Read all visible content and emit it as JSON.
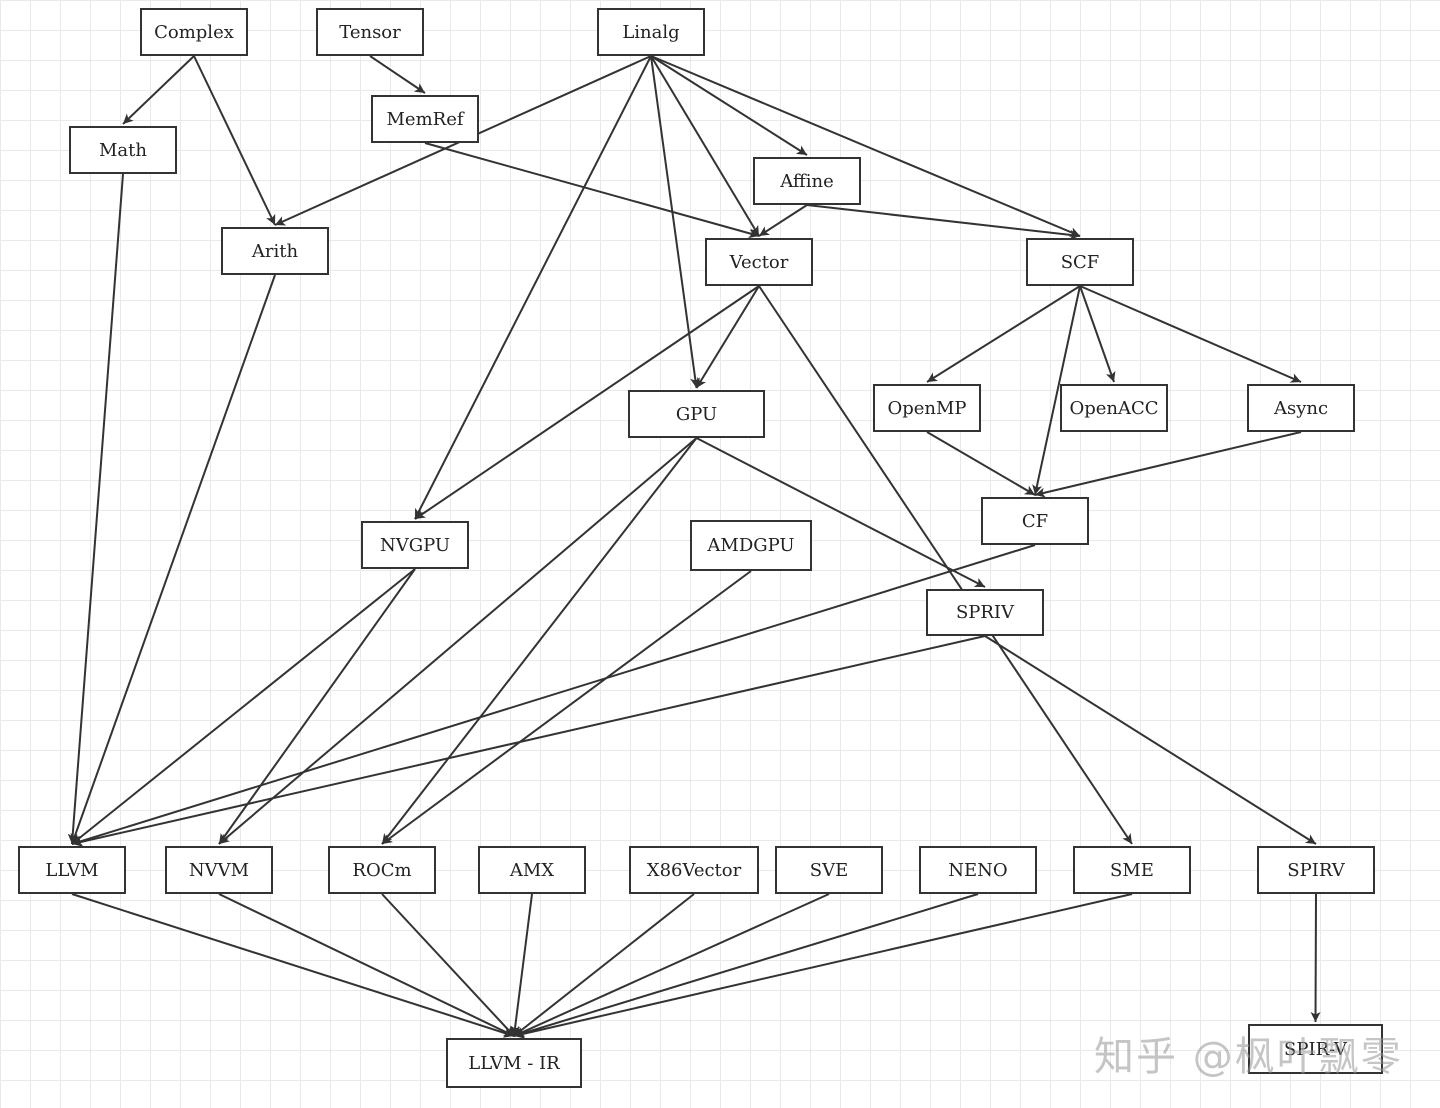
{
  "diagram": {
    "nodes": [
      {
        "id": "Complex",
        "label": "Complex"
      },
      {
        "id": "Tensor",
        "label": "Tensor"
      },
      {
        "id": "Linalg",
        "label": "Linalg"
      },
      {
        "id": "MemRef",
        "label": "MemRef"
      },
      {
        "id": "Math",
        "label": "Math"
      },
      {
        "id": "Affine",
        "label": "Affine"
      },
      {
        "id": "Arith",
        "label": "Arith"
      },
      {
        "id": "Vector",
        "label": "Vector"
      },
      {
        "id": "SCF",
        "label": "SCF"
      },
      {
        "id": "GPU",
        "label": "GPU"
      },
      {
        "id": "OpenMP",
        "label": "OpenMP"
      },
      {
        "id": "OpenACC",
        "label": "OpenACC"
      },
      {
        "id": "Async",
        "label": "Async"
      },
      {
        "id": "CF",
        "label": "CF"
      },
      {
        "id": "NVGPU",
        "label": "NVGPU"
      },
      {
        "id": "AMDGPU",
        "label": "AMDGPU"
      },
      {
        "id": "SPRIV",
        "label": "SPRIV"
      },
      {
        "id": "LLVM",
        "label": "LLVM"
      },
      {
        "id": "NVVM",
        "label": "NVVM"
      },
      {
        "id": "ROCm",
        "label": "ROCm"
      },
      {
        "id": "AMX",
        "label": "AMX"
      },
      {
        "id": "X86Vector",
        "label": "X86Vector"
      },
      {
        "id": "SVE",
        "label": "SVE"
      },
      {
        "id": "NENO",
        "label": "NENO"
      },
      {
        "id": "SME",
        "label": "SME"
      },
      {
        "id": "SPIRV",
        "label": "SPIRV"
      },
      {
        "id": "LLVMIR",
        "label": "LLVM - IR"
      },
      {
        "id": "SPIRVTail",
        "label": "SPIR-V"
      }
    ],
    "edges": [
      [
        "Complex",
        "Math"
      ],
      [
        "Complex",
        "Arith"
      ],
      [
        "Tensor",
        "MemRef"
      ],
      [
        "Linalg",
        "Arith"
      ],
      [
        "Linalg",
        "NVGPU"
      ],
      [
        "Linalg",
        "GPU"
      ],
      [
        "Linalg",
        "Vector"
      ],
      [
        "Linalg",
        "Affine"
      ],
      [
        "Linalg",
        "SCF"
      ],
      [
        "MemRef",
        "Vector"
      ],
      [
        "Math",
        "LLVM"
      ],
      [
        "Affine",
        "Vector"
      ],
      [
        "Affine",
        "SCF"
      ],
      [
        "Arith",
        "LLVM"
      ],
      [
        "Vector",
        "NVGPU"
      ],
      [
        "Vector",
        "GPU"
      ],
      [
        "Vector",
        "SME"
      ],
      [
        "SCF",
        "OpenMP"
      ],
      [
        "SCF",
        "OpenACC"
      ],
      [
        "SCF",
        "Async"
      ],
      [
        "SCF",
        "CF"
      ],
      [
        "OpenMP",
        "CF"
      ],
      [
        "Async",
        "CF"
      ],
      [
        "GPU",
        "NVVM"
      ],
      [
        "GPU",
        "ROCm"
      ],
      [
        "GPU",
        "SPRIV"
      ],
      [
        "CF",
        "LLVM"
      ],
      [
        "NVGPU",
        "LLVM"
      ],
      [
        "NVGPU",
        "NVVM"
      ],
      [
        "AMDGPU",
        "ROCm"
      ],
      [
        "SPRIV",
        "LLVM"
      ],
      [
        "SPRIV",
        "SPIRV"
      ],
      [
        "LLVM",
        "LLVMIR"
      ],
      [
        "NVVM",
        "LLVMIR"
      ],
      [
        "ROCm",
        "LLVMIR"
      ],
      [
        "AMX",
        "LLVMIR"
      ],
      [
        "X86Vector",
        "LLVMIR"
      ],
      [
        "SVE",
        "LLVMIR"
      ],
      [
        "NENO",
        "LLVMIR"
      ],
      [
        "SME",
        "LLVMIR"
      ],
      [
        "SPIRV",
        "SPIRVTail"
      ]
    ]
  },
  "watermark": "知乎 @枫叶飘零",
  "colors": {
    "node_border": "#333333",
    "edge": "#333333",
    "grid": "#e9e9e9"
  }
}
